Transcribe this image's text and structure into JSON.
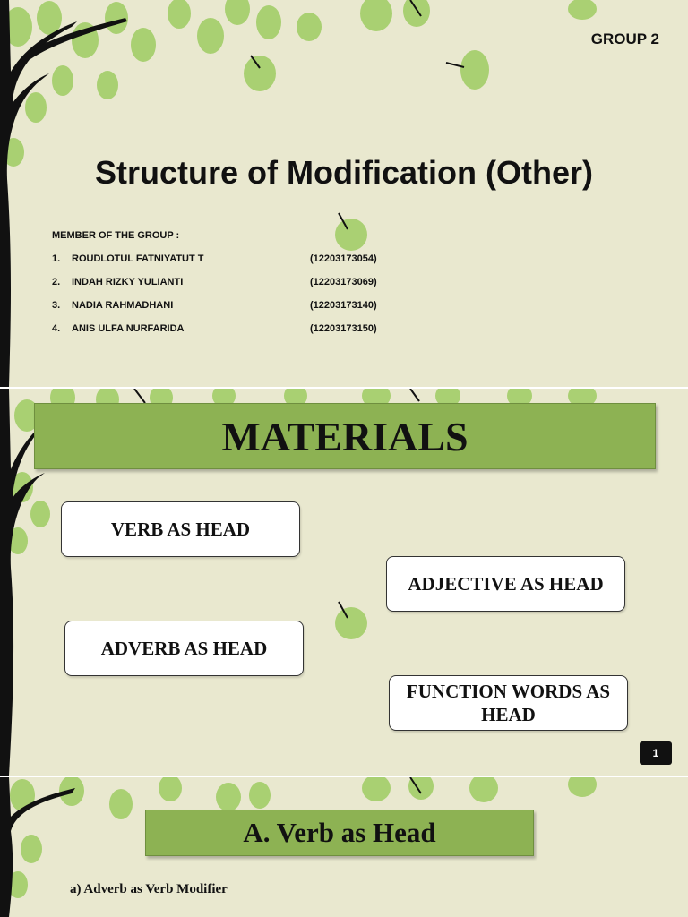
{
  "slide1": {
    "group_label": "GROUP 2",
    "title": "Structure of Modification (Other)",
    "members_heading": "MEMBER OF THE GROUP :",
    "members": [
      {
        "num": "1.",
        "name": "ROUDLOTUL FATNIYATUT T",
        "id": "(12203173054)"
      },
      {
        "num": "2.",
        "name": "INDAH RIZKY YULIANTI",
        "id": "(12203173069)"
      },
      {
        "num": "3.",
        "name": "NADIA RAHMADHANI",
        "id": "(12203173140)"
      },
      {
        "num": "4.",
        "name": "ANIS ULFA NURFARIDA",
        "id": "(12203173150)"
      }
    ]
  },
  "slide2": {
    "banner": "MATERIALS",
    "boxes": {
      "verb": "VERB AS HEAD",
      "adjective": "ADJECTIVE AS HEAD",
      "adverb": "ADVERB AS HEAD",
      "function_words": "FUNCTION WORDS AS HEAD"
    },
    "page_number": "1"
  },
  "slide3": {
    "banner": "A. Verb as Head",
    "subheading": "a) Adverb as Verb Modifier"
  },
  "colors": {
    "background": "#e9e8cf",
    "banner_green": "#8db253",
    "leaf_green": "#a6cf6e",
    "trunk": "#111111"
  }
}
